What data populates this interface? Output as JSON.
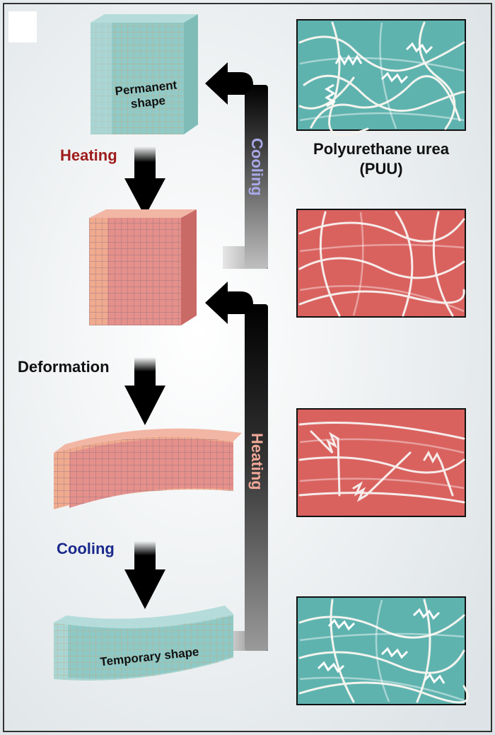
{
  "title": "Polyurethane urea",
  "subtitle": "(PUU)",
  "cube_labels": {
    "permanent_line1": "Permanent",
    "permanent_line2": "shape",
    "temporary": "Temporary shape"
  },
  "process_steps": [
    {
      "label": "Heating",
      "color": "#9e1b1b"
    },
    {
      "label": "Deformation",
      "color": "#111111"
    },
    {
      "label": "Cooling",
      "color": "#1a2a8c"
    }
  ],
  "return_arrows": [
    {
      "label": "Cooling",
      "label_color": "#a8a8e8"
    },
    {
      "label": "Heating",
      "label_color": "#f0a898"
    }
  ],
  "colors": {
    "cool_state": "#5fb3af",
    "hot_state": "#d9625f",
    "background": "#eef2f3"
  }
}
